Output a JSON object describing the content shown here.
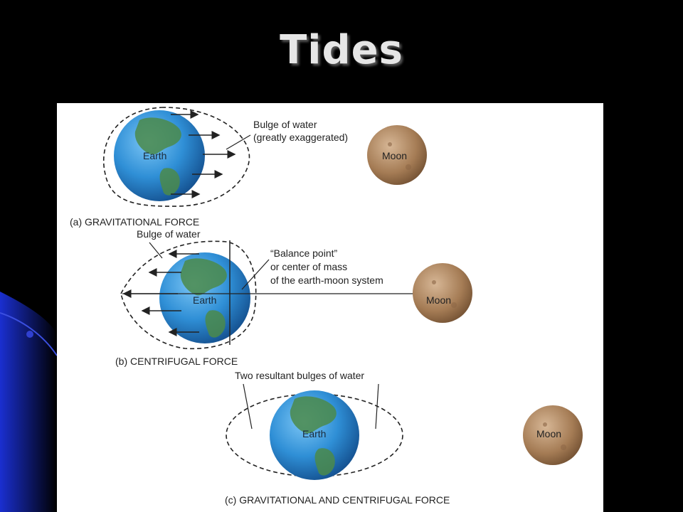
{
  "slide": {
    "title": "Tides"
  },
  "panel_a": {
    "bulge_label_line1": "Bulge of water",
    "bulge_label_line2": "(greatly exaggerated)",
    "earth_label": "Earth",
    "moon_label": "Moon",
    "caption": "(a) GRAVITATIONAL FORCE"
  },
  "panel_b": {
    "bulge_label": "Bulge of water",
    "balance_line1": "“Balance point”",
    "balance_line2": "or center of mass",
    "balance_line3": "of the earth-moon system",
    "earth_label": "Earth",
    "moon_label": "Moon",
    "caption": "(b) CENTRIFUGAL FORCE"
  },
  "panel_c": {
    "bulges_label": "Two resultant bulges of water",
    "earth_label": "Earth",
    "moon_label": "Moon",
    "caption": "(c) GRAVITATIONAL AND CENTRIFUGAL FORCE"
  },
  "colors": {
    "background": "#000000",
    "figure_background": "#ffffff",
    "earth_ocean": "#2f8fd6",
    "earth_land": "#4b8a4a",
    "moon": "#a57c55",
    "lines": "#222222"
  },
  "icons": [
    "earth-globe-icon",
    "moon-icon",
    "arrow-icon"
  ]
}
